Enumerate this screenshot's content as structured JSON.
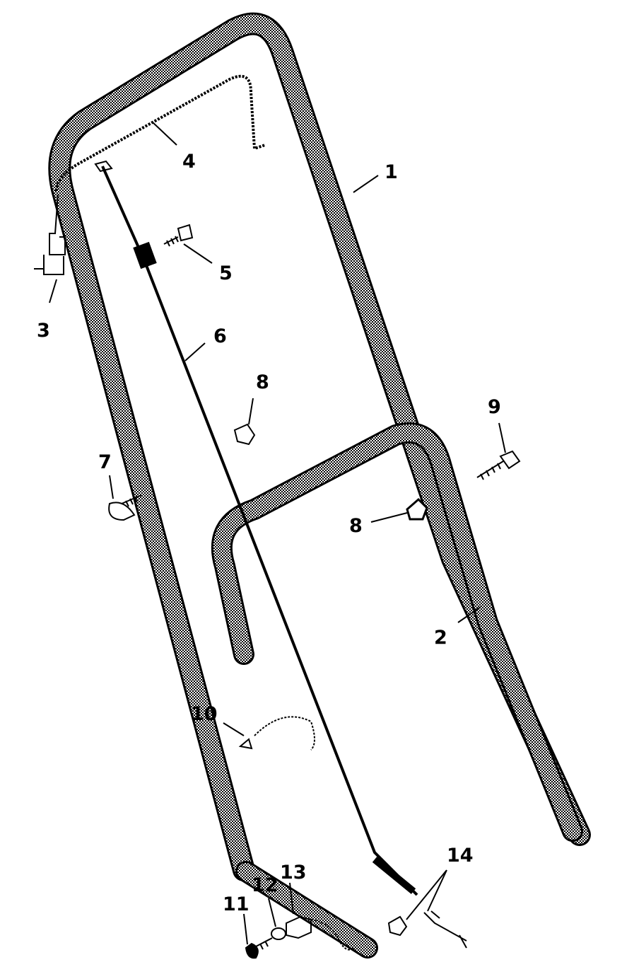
{
  "callouts": {
    "c1": "1",
    "c2": "2",
    "c3": "3",
    "c4": "4",
    "c5": "5",
    "c6": "6",
    "c7": "7",
    "c8a": "8",
    "c8b": "8",
    "c9": "9",
    "c10": "10",
    "c11": "11",
    "c12": "12",
    "c13": "13",
    "c14": "14"
  },
  "colors": {
    "ink": "#000000",
    "handle_fill": "#9a9a9a",
    "background": "#ffffff"
  }
}
